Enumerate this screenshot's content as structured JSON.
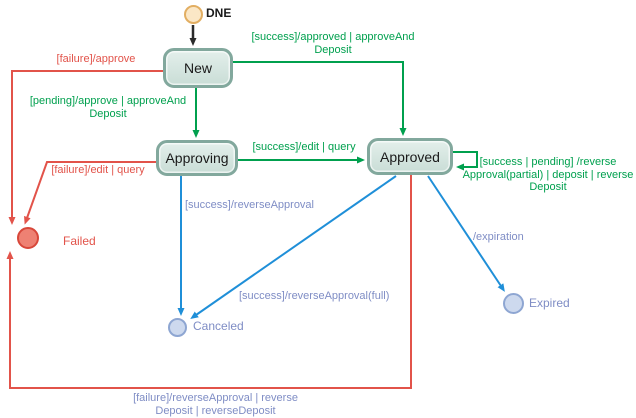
{
  "diagram_type": "state-machine",
  "colors": {
    "green_transition": "#00a04e",
    "red_transition": "#e2534a",
    "blue_transition": "#1f8fd8",
    "muted_blue_label": "#7f8dc5",
    "state_fill": "#d3e3dd",
    "state_border": "#82a89d",
    "start_fill": "#fbe7c6",
    "start_border": "#e2ae62",
    "failed_fill": "#ee8173",
    "failed_border": "#d8473a",
    "end_fill": "#cdd9ee",
    "end_border": "#8ea6d2"
  },
  "nodes": {
    "dne": {
      "label": "DNE",
      "type": "start"
    },
    "new": {
      "label": "New",
      "type": "state"
    },
    "approving": {
      "label": "Approving",
      "type": "state"
    },
    "approved": {
      "label": "Approved",
      "type": "state"
    },
    "failed": {
      "label": "Failed",
      "type": "terminal"
    },
    "canceled": {
      "label": "Canceled",
      "type": "terminal"
    },
    "expired": {
      "label": "Expired",
      "type": "terminal"
    }
  },
  "transitions": {
    "init": {
      "from": "DNE",
      "to": "New",
      "label": "",
      "color": "black"
    },
    "success_approved": {
      "from": "New",
      "to": "Approved",
      "color": "green",
      "line1": "[success]/approved | approveAnd",
      "line2": "Deposit"
    },
    "pending_approve": {
      "from": "New",
      "to": "Approving",
      "color": "green",
      "line1": "[pending]/approve | approveAnd",
      "line2": "Deposit"
    },
    "failure_approve": {
      "from": "New",
      "to": "Failed",
      "color": "red",
      "line1": "[failure]/approve"
    },
    "success_edit_query": {
      "from": "Approving",
      "to": "Approved",
      "color": "green",
      "line1": "[success]/edit  | query"
    },
    "failure_edit_query": {
      "from": "Approving",
      "to": "Failed",
      "color": "red",
      "line1": "[failure]/edit | query"
    },
    "approved_self_loop": {
      "from": "Approved",
      "to": "Approved",
      "color": "green",
      "line1": "[success | pending] /reverse",
      "line2": "Approval(partial) | deposit | reverse",
      "line3": "Deposit"
    },
    "success_reverse_approval": {
      "from": "Approving",
      "to": "Canceled",
      "color": "blue",
      "line1": "[success]/reverseApproval"
    },
    "success_reverse_approval_full": {
      "from": "Approved",
      "to": "Canceled",
      "color": "blue",
      "line1": "[success]/reverseApproval(full)"
    },
    "expiration": {
      "from": "Approved",
      "to": "Expired",
      "color": "blue",
      "line1": "/expiration"
    },
    "failure_reverse": {
      "from": "Approved",
      "to": "Failed",
      "color": "red",
      "line1": "[failure]/reverseApproval | reverse",
      "line2": "Deposit | reverseDeposit"
    }
  }
}
